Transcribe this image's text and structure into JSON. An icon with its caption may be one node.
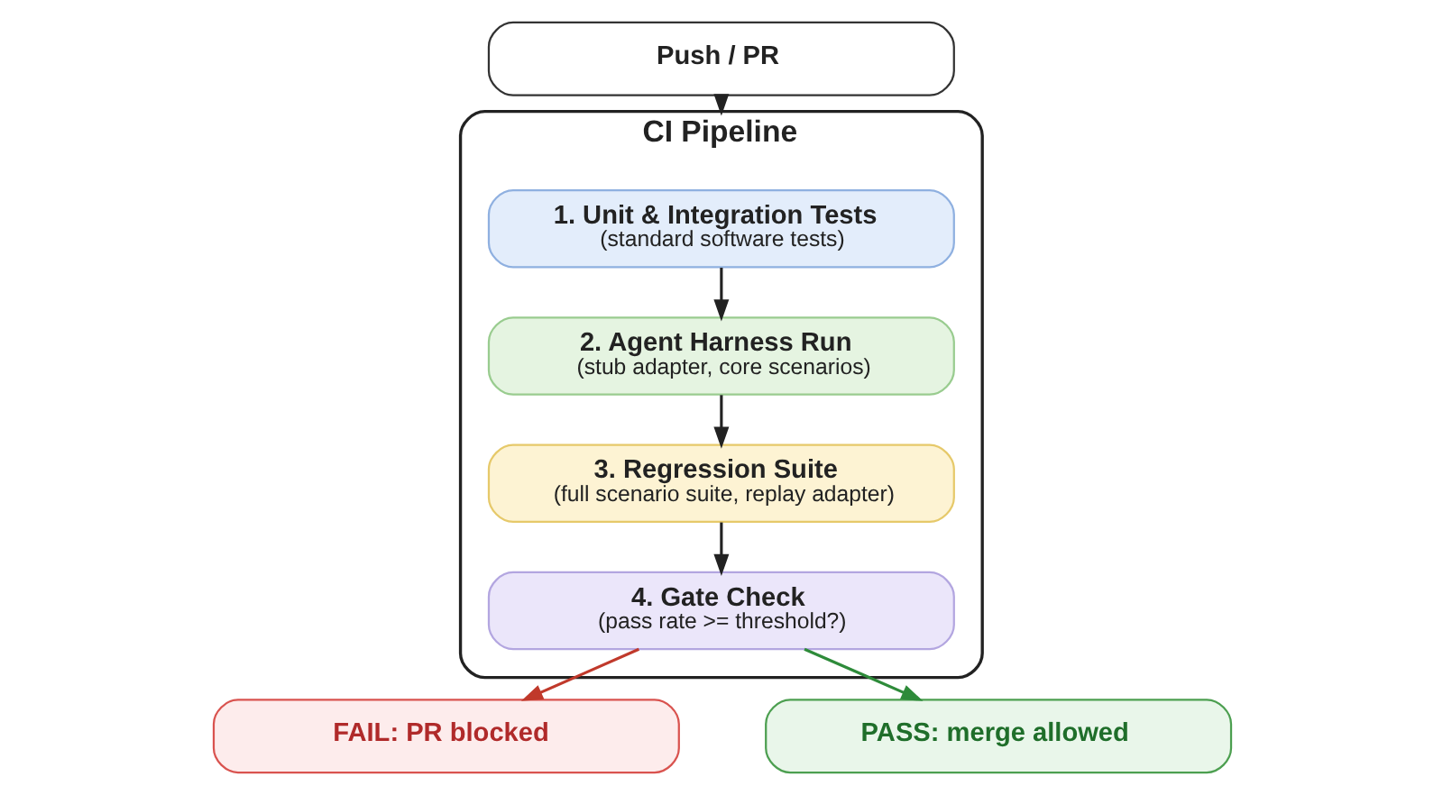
{
  "diagram": {
    "nodes": [
      {
        "text": [
          "Push / PR"
        ]
      },
      {
        "text": [
          "CI Pipeline"
        ]
      },
      {
        "text": [
          "1. Unit & Integration Tests",
          "(standard software tests)"
        ],
        "in": 1
      },
      {
        "text": [
          "2. Agent Harness Run",
          "(stub adapter, core scenarios)"
        ],
        "in": 1
      },
      {
        "text": [
          "3. Regression Suite",
          "(full scenario suite, replay adapter)"
        ],
        "in": 1
      },
      {
        "text": [
          "4. Gate Check",
          "(pass rate >= threshold?)"
        ],
        "in": 1
      },
      {
        "text": [
          "FAIL: PR blocked"
        ]
      },
      {
        "text": [
          "PASS: merge allowed"
        ]
      }
    ],
    "edges": [
      {
        "from": 0,
        "to": 1,
        "arrow": "to"
      },
      {
        "from": 2,
        "to": 3,
        "arrow": "to"
      },
      {
        "from": 3,
        "to": 4,
        "arrow": "to"
      },
      {
        "from": 4,
        "to": 5,
        "arrow": "to"
      },
      {
        "from": 5,
        "to": 6,
        "arrow": "to",
        "color": "#c0392b"
      },
      {
        "from": 5,
        "to": 7,
        "arrow": "to",
        "color": "#2e8b3a"
      }
    ]
  }
}
